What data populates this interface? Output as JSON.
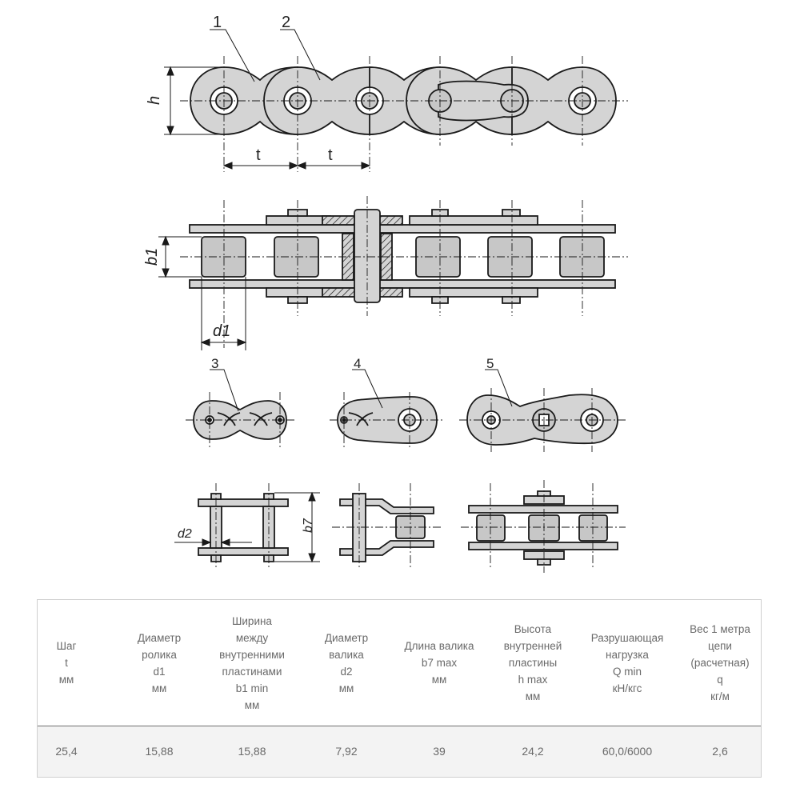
{
  "labels": {
    "callouts": [
      "1",
      "2",
      "3",
      "4",
      "5"
    ],
    "h": "h",
    "t": "t",
    "b1": "b1",
    "d1": "d1",
    "d2": "d2",
    "b7": "b7"
  },
  "colors": {
    "plate_fill": "#d4d4d4",
    "roller_fill": "#c7c7c7",
    "stroke": "#1a1a1a",
    "hatch": "#1a1a1a"
  },
  "table": {
    "headers": [
      "Шаг\nt\nмм",
      "Диаметр\nролика\nd1\nмм",
      "Ширина\nмежду\nвнутренними\nпластинами\nb1 min\nмм",
      "Диаметр\nвалика\nd2\nмм",
      "Длина валика\nb7 max\nмм",
      "Высота\nвнутренней\nпластины\nh max\nмм",
      "Разрушающая\nнагрузка\nQ min\nкН/кгс",
      "Вес 1 метра\nцепи\n(расчетная)\nq\nкг/м"
    ],
    "rows": [
      [
        "25,4",
        "15,88",
        "15,88",
        "7,92",
        "39",
        "24,2",
        "60,0/6000",
        "2,6"
      ]
    ]
  }
}
